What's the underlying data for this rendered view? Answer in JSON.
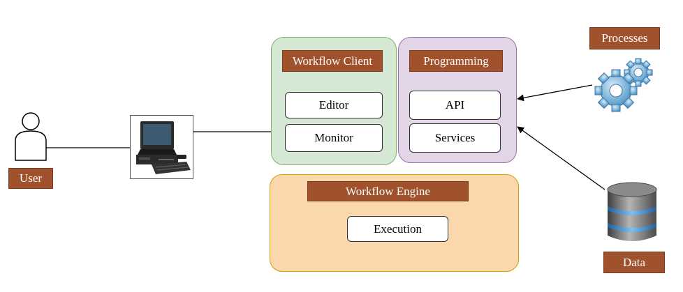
{
  "actors": {
    "user_label": "User",
    "processes_label": "Processes",
    "data_label": "Data"
  },
  "client": {
    "title": "Workflow Client",
    "items": [
      "Editor",
      "Monitor"
    ]
  },
  "programming": {
    "title": "Programming",
    "items": [
      "API",
      "Services"
    ]
  },
  "engine": {
    "title": "Workflow Engine",
    "items": [
      "Execution"
    ]
  },
  "colors": {
    "tag": "#a0522d",
    "client_panel": "#d5e8d4",
    "client_border": "#82b366",
    "programming_panel": "#e1d5e7",
    "programming_border": "#9673a6",
    "engine_panel": "#fad7ac",
    "engine_border": "#d79b00"
  },
  "icons": {
    "user": "user-icon",
    "workstation": "computer-icon",
    "processes": "gears-icon",
    "data": "database-icon"
  }
}
